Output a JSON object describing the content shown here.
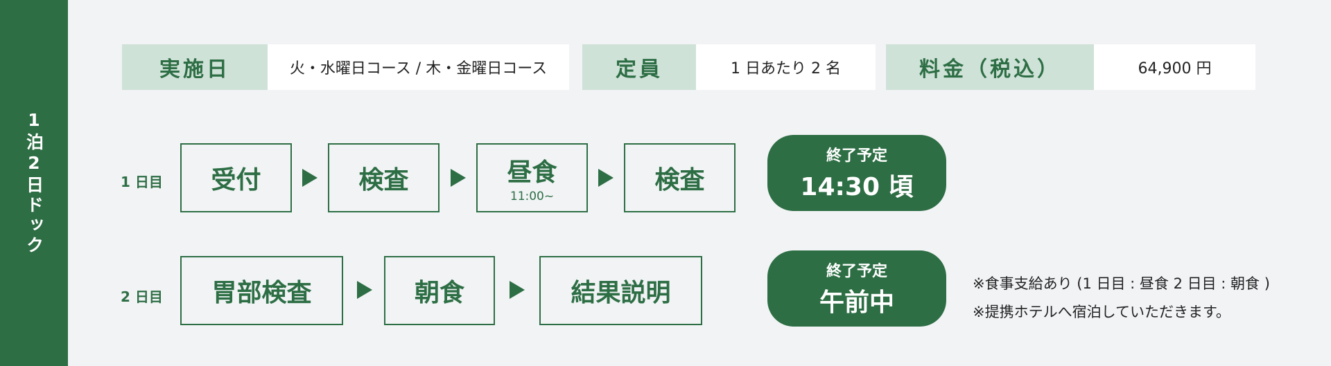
{
  "sidebar": {
    "label": "1泊2日ドック"
  },
  "info": {
    "date_label": "実施日",
    "date_value": "火・水曜日コース / 木・金曜日コース",
    "capacity_label": "定員",
    "capacity_value": "1 日あたり 2 名",
    "price_label": "料金（税込）",
    "price_value": "64,900 円"
  },
  "day1": {
    "label": "1 日目",
    "steps": [
      {
        "label": "受付"
      },
      {
        "label": "検査"
      },
      {
        "label": "昼食",
        "sub": "11:00~"
      },
      {
        "label": "検査"
      }
    ],
    "end": {
      "label": "終了予定",
      "value": "14:30 頃"
    }
  },
  "day2": {
    "label": "2 日目",
    "steps": [
      {
        "label": "胃部検査"
      },
      {
        "label": "朝食"
      },
      {
        "label": "結果説明"
      }
    ],
    "end": {
      "label": "終了予定",
      "value": "午前中"
    }
  },
  "notes": [
    "※食事支給あり (1 日目 : 昼食  2 日目 : 朝食 )",
    "※提携ホテルへ宿泊していただきます。"
  ],
  "colors": {
    "accent": "#2d6e44",
    "label_bg": "#cfe2d8",
    "background": "#f1f3f5"
  }
}
